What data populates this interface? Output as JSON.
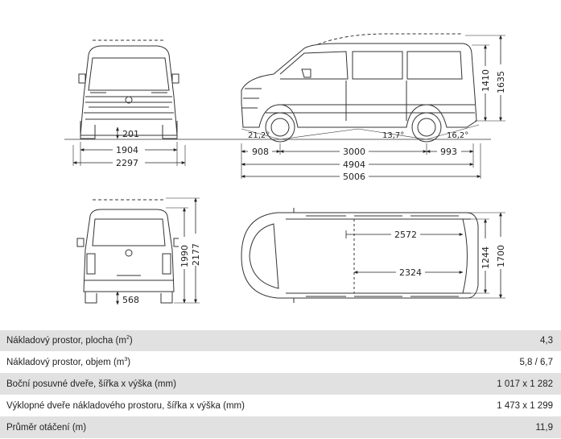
{
  "dimensions": {
    "front_ground_clearance": "201",
    "front_width": "1904",
    "front_width_mirrors": "2297",
    "side_height": "1410",
    "side_height_total": "1635",
    "side_front_angle": "21,2°",
    "side_ramp_angle": "13,7°",
    "side_rear_angle": "16,2°",
    "side_front_overhang": "908",
    "side_wheelbase": "3000",
    "side_rear_overhang": "993",
    "side_length": "4904",
    "side_length_total": "5006",
    "rear_height": "1990",
    "rear_height_total": "2177",
    "rear_step": "568",
    "top_cargo_length": "2572",
    "top_cargo_length_floor": "2324",
    "top_cargo_width": "1244",
    "top_cargo_width_total": "1700"
  },
  "specs": [
    {
      "label": "Nákladový prostor, plocha (m",
      "sup": "2",
      "tail": ")",
      "value": "4,3"
    },
    {
      "label": "Nákladový prostor, objem (m",
      "sup": "3",
      "tail": ")",
      "value": "5,8 / 6,7"
    },
    {
      "label": "Boční posuvné dveře, šířka x výška (mm)",
      "sup": "",
      "tail": "",
      "value": "1 017 x 1 282"
    },
    {
      "label": "Výklopné dveře nákladového prostoru, šířka x výška (mm)",
      "sup": "",
      "tail": "",
      "value": "1 473 x 1 299"
    },
    {
      "label": "Průměr otáčení (m)",
      "sup": "",
      "tail": "",
      "value": "11,9"
    }
  ]
}
